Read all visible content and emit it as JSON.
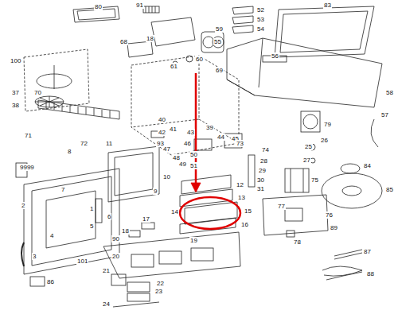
{
  "diagram": {
    "labels": [
      "80",
      "91",
      "52",
      "53",
      "54",
      "83",
      "18",
      "68",
      "59",
      "55",
      "56",
      "100",
      "61",
      "60",
      "69",
      "58",
      "37",
      "38",
      "70",
      "40",
      "41",
      "42",
      "43",
      "39",
      "44",
      "45",
      "79",
      "57",
      "46",
      "73",
      "71",
      "47",
      "26",
      "25",
      "50",
      "74",
      "72",
      "8",
      "11",
      "93",
      "48",
      "49",
      "51",
      "28",
      "27",
      "9999",
      "29",
      "30",
      "31",
      "10",
      "12",
      "75",
      "84",
      "7",
      "9",
      "13",
      "85",
      "14",
      "15",
      "77",
      "76",
      "16",
      "2",
      "1",
      "6",
      "5",
      "17",
      "18",
      "90",
      "89",
      "19",
      "78",
      "4",
      "3",
      "101",
      "20",
      "87",
      "21",
      "22",
      "23",
      "88",
      "86",
      "24"
    ]
  }
}
